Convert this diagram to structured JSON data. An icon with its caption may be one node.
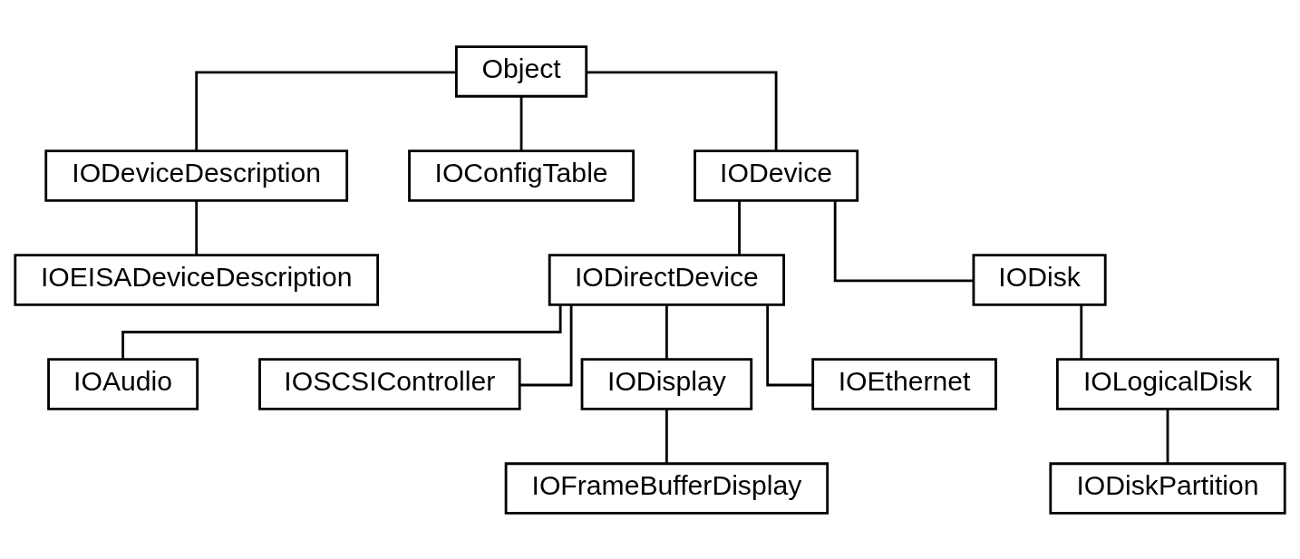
{
  "diagram": {
    "nodes": [
      {
        "text": [
          "Object"
        ]
      },
      {
        "text": [
          "IODeviceDescription"
        ]
      },
      {
        "text": [
          "IOConfigTable"
        ]
      },
      {
        "text": [
          "IODevice"
        ]
      },
      {
        "text": [
          "IOEISADeviceDescription"
        ]
      },
      {
        "text": [
          "IODirectDevice"
        ]
      },
      {
        "text": [
          "IODisk"
        ]
      },
      {
        "text": [
          "IOAudio"
        ]
      },
      {
        "text": [
          "IOSCSIController"
        ]
      },
      {
        "text": [
          "IODisplay"
        ]
      },
      {
        "text": [
          "IOEthernet"
        ]
      },
      {
        "text": [
          "IOLogicalDisk"
        ]
      },
      {
        "text": [
          "IOFrameBufferDisplay"
        ]
      },
      {
        "text": [
          "IODiskPartition"
        ]
      }
    ],
    "edges": [
      {
        "from": 0,
        "to": 1,
        "arrow": "none"
      },
      {
        "from": 0,
        "to": 2,
        "arrow": "none"
      },
      {
        "from": 0,
        "to": 3,
        "arrow": "none"
      },
      {
        "from": 1,
        "to": 4,
        "arrow": "none"
      },
      {
        "from": 3,
        "to": 5,
        "arrow": "none"
      },
      {
        "from": 3,
        "to": 6,
        "arrow": "none"
      },
      {
        "from": 5,
        "to": 7,
        "arrow": "none"
      },
      {
        "from": 5,
        "to": 8,
        "arrow": "none"
      },
      {
        "from": 5,
        "to": 9,
        "arrow": "none"
      },
      {
        "from": 5,
        "to": 10,
        "arrow": "none"
      },
      {
        "from": 9,
        "to": 12,
        "arrow": "none"
      },
      {
        "from": 6,
        "to": 11,
        "arrow": "none"
      },
      {
        "from": 11,
        "to": 13,
        "arrow": "none"
      }
    ]
  }
}
